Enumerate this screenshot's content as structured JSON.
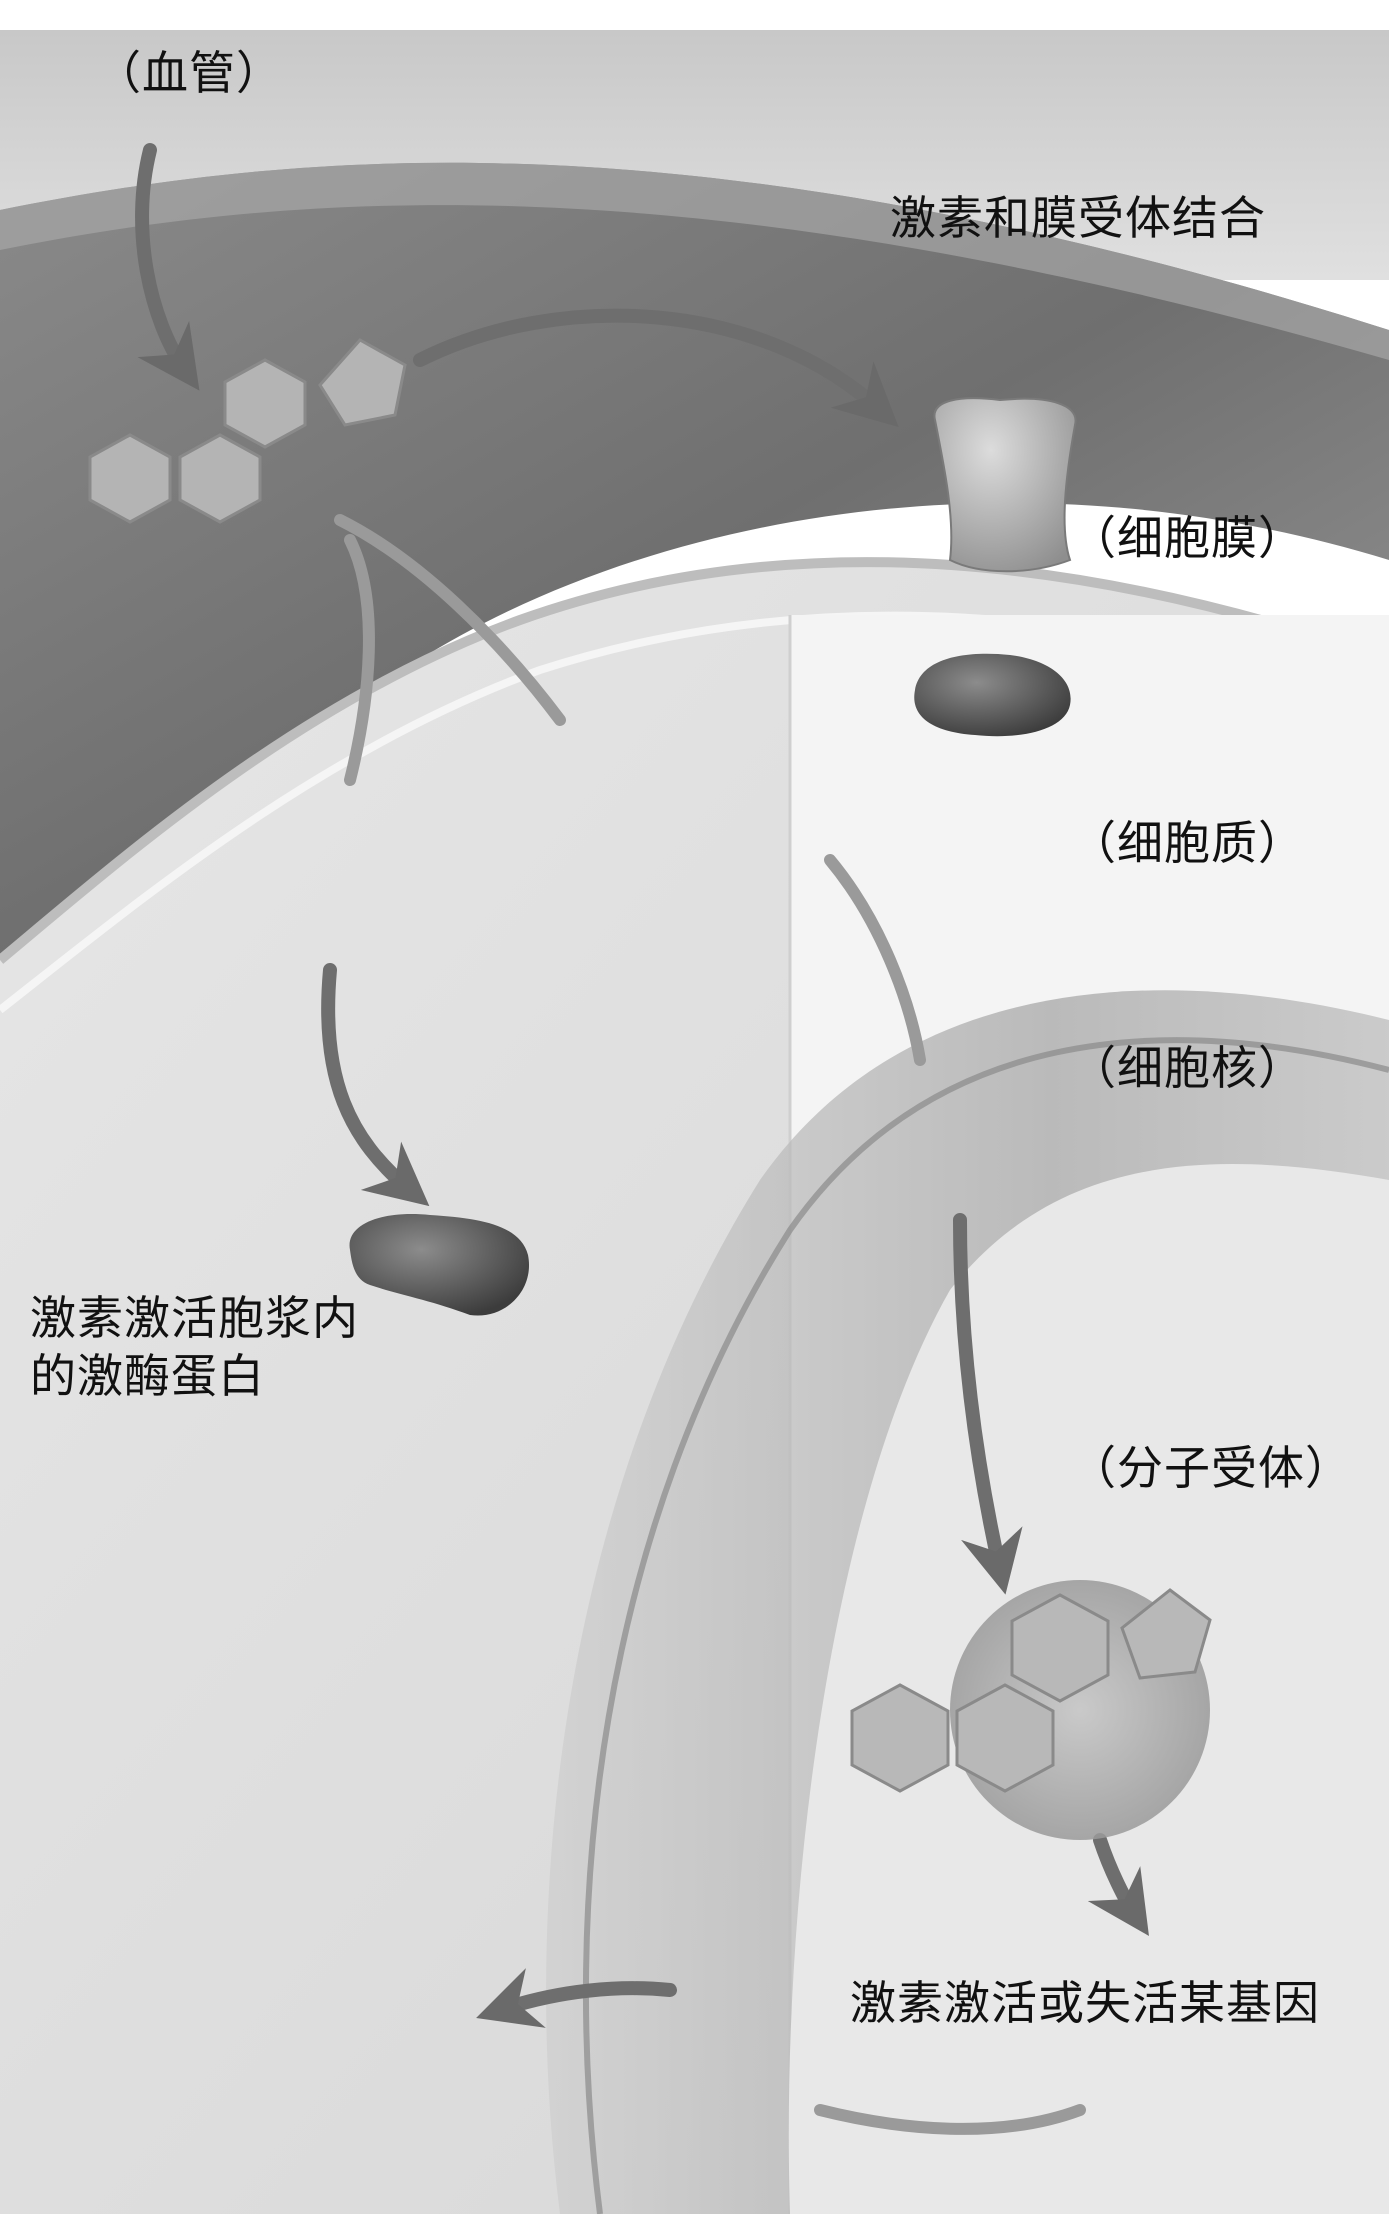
{
  "labels": {
    "blood_vessel": "（血管）",
    "hormone_binds_membrane_receptor": "激素和膜受体结合",
    "cell_membrane": "（细胞膜）",
    "cytoplasm": "（细胞质）",
    "nucleus": "（细胞核）",
    "activates_kinase_line1": "激素激活胞浆内",
    "activates_kinase_line2": "的激酶蛋白",
    "molecular_receptor": "（分子受体）",
    "gene_regulation": "激素激活或失活某基因"
  },
  "colors": {
    "vessel_dark": "#7a7a7a",
    "vessel_light": "#d4d4d4",
    "cell_light": "#ececec",
    "nucleus_mid": "#a8a8a8",
    "arrow": "#6e6e6e",
    "hormone_fill": "#b0b0b0"
  }
}
